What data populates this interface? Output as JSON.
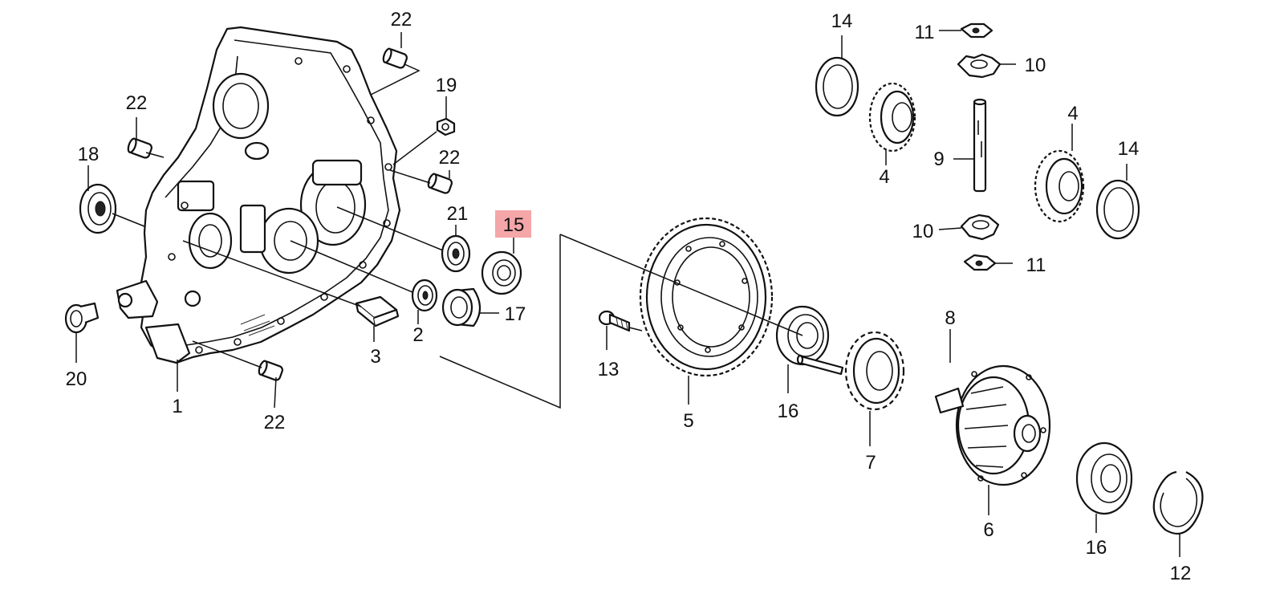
{
  "diagram": {
    "callouts": {
      "c1": "1",
      "c2": "2",
      "c3": "3",
      "c4a": "4",
      "c4b": "4",
      "c5": "5",
      "c6": "6",
      "c7": "7",
      "c8": "8",
      "c9": "9",
      "c10a": "10",
      "c10b": "10",
      "c11a": "11",
      "c11b": "11",
      "c12": "12",
      "c13": "13",
      "c14a": "14",
      "c14b": "14",
      "c15": "15",
      "c16a": "16",
      "c16b": "16",
      "c17": "17",
      "c18": "18",
      "c19": "19",
      "c20": "20",
      "c21": "21",
      "c22a": "22",
      "c22b": "22",
      "c22c": "22",
      "c22d": "22"
    },
    "highlighted_part": "15",
    "highlight_color": "#f4a6a8"
  }
}
